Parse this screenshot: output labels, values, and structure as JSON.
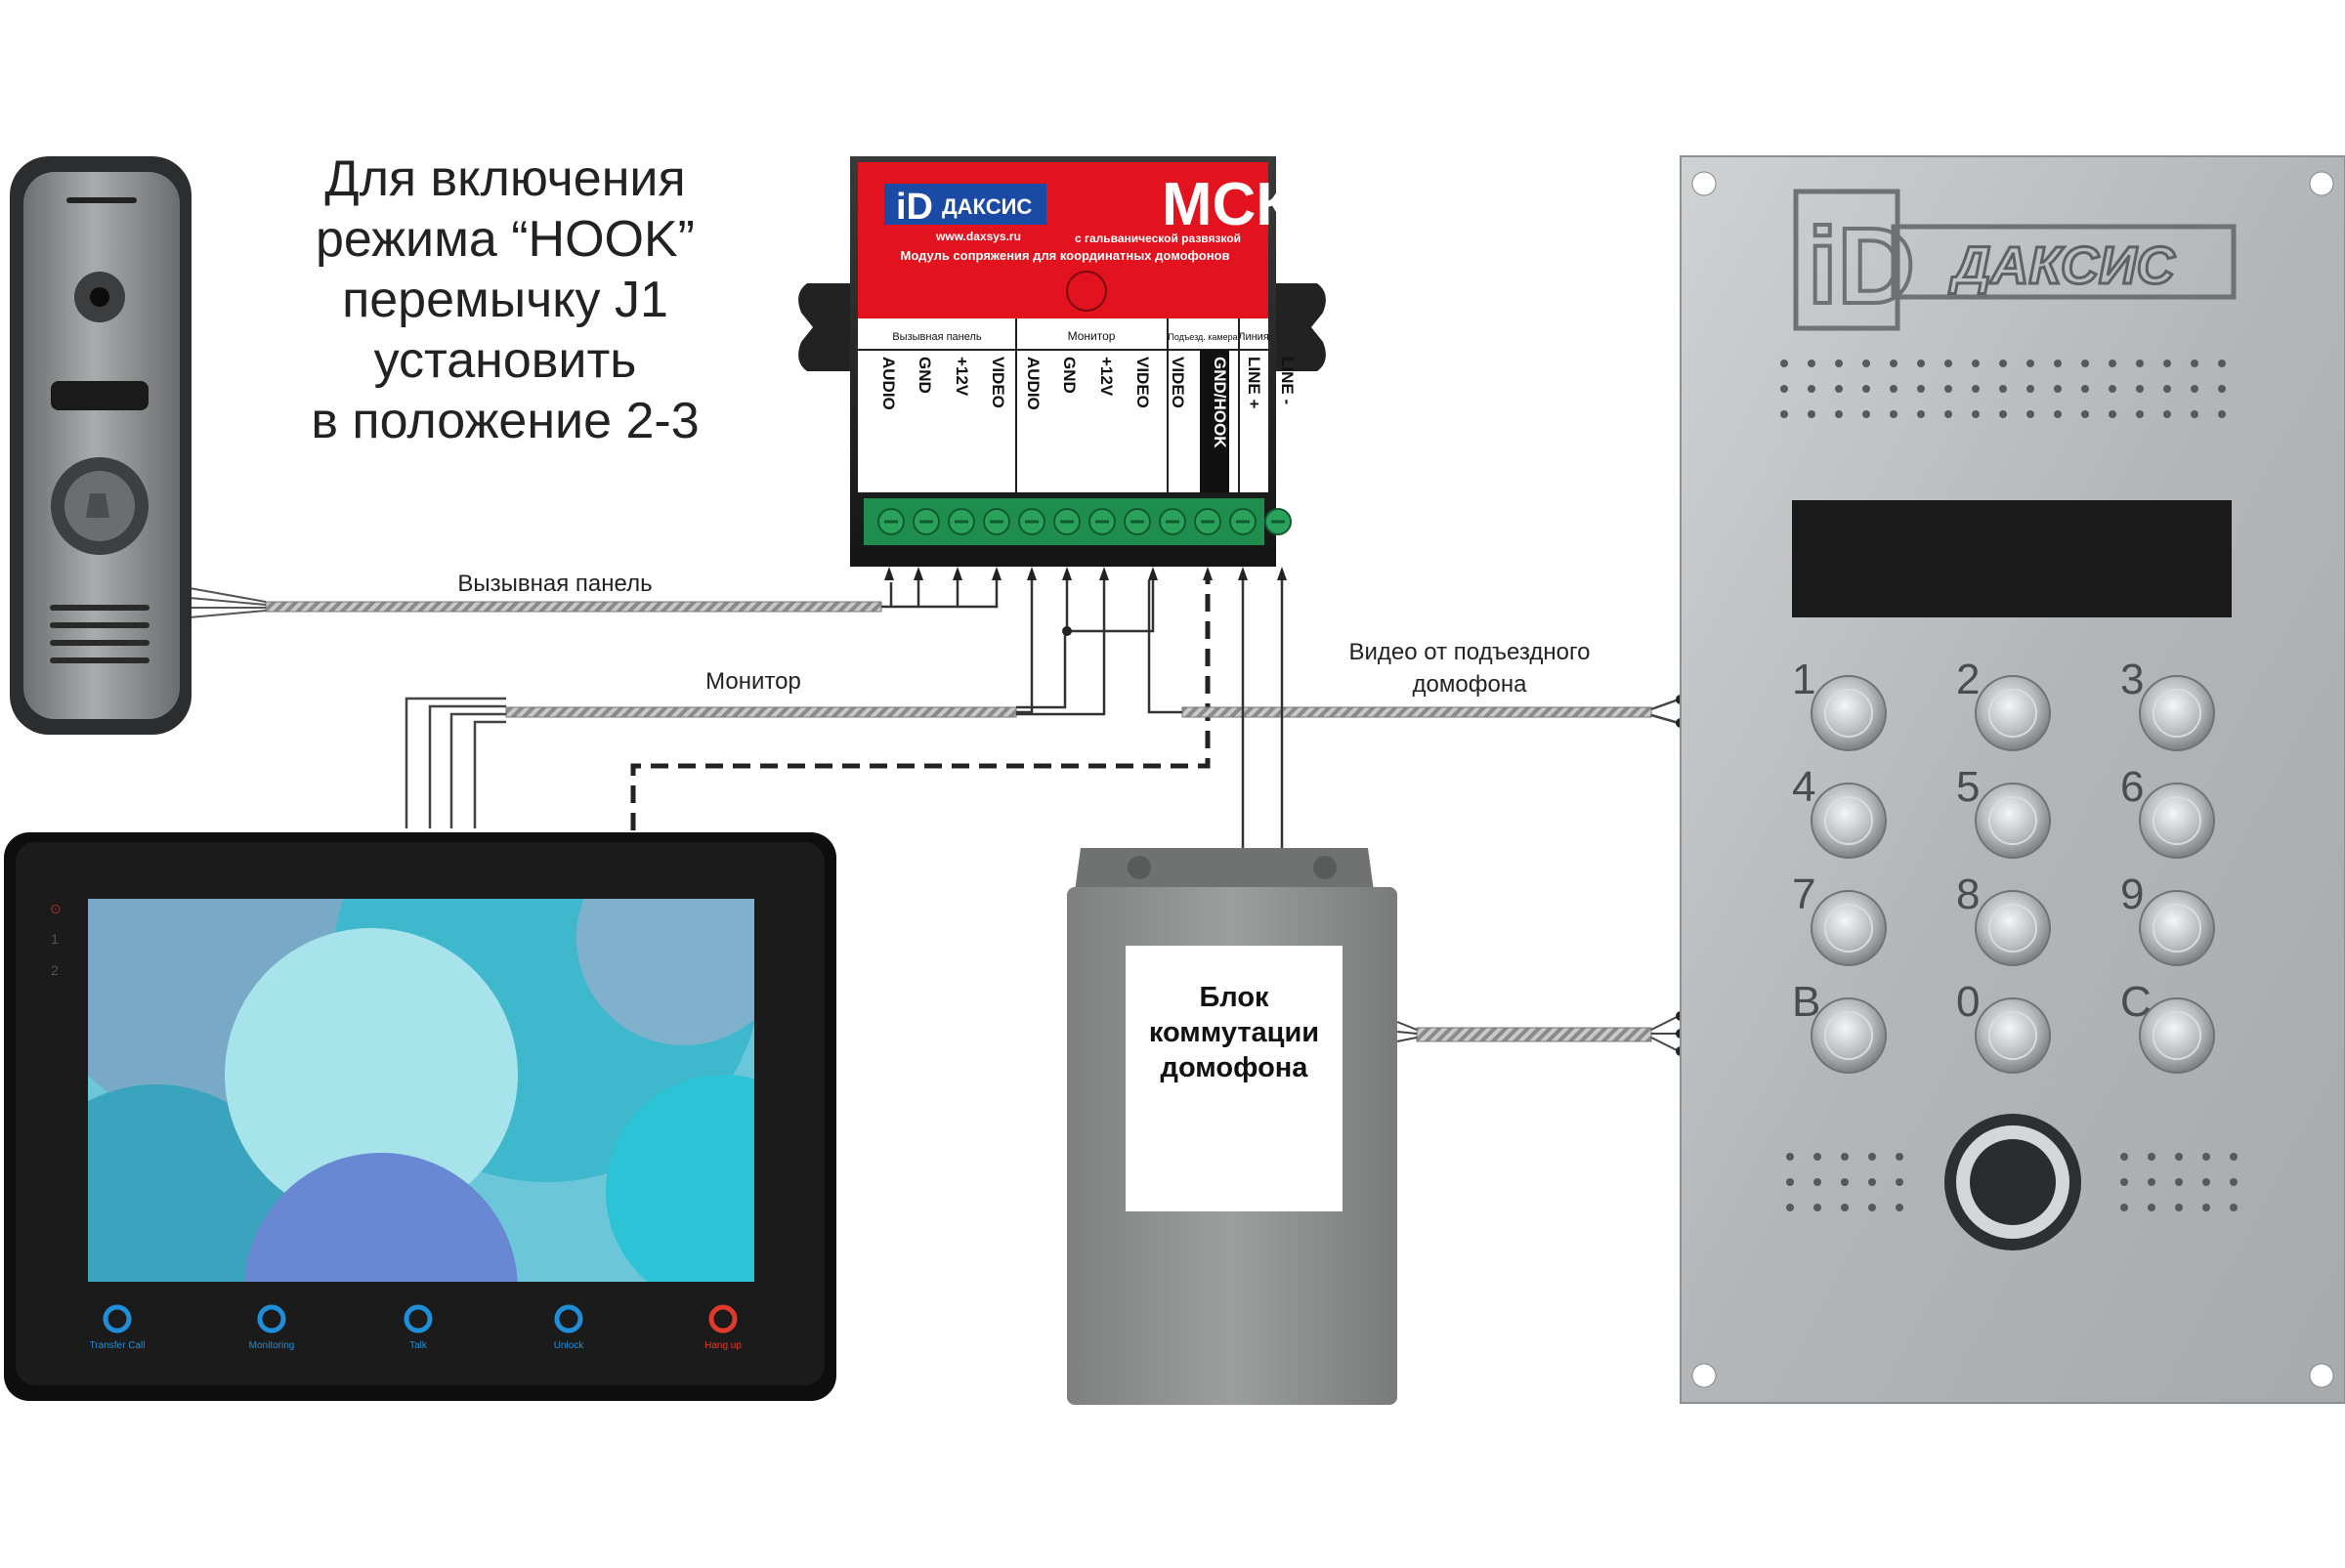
{
  "instruction": {
    "lines": [
      "Для включения",
      "режима “HOOK”",
      "перемычку J1",
      "установить",
      "в положение 2-3"
    ]
  },
  "msk": {
    "logo": "ДАКСИС",
    "website": "www.daxsys.ru",
    "title": "МСК",
    "subtitle_1": "с гальванической развязкой",
    "subtitle_2": "Модуль сопряжения для координатных домофонов",
    "groups": [
      "Вызывная панель",
      "Монитор",
      "Подъезд. камера",
      "Линия"
    ],
    "terminals": [
      "AUDIO",
      "GND",
      "+12V",
      "VIDEO",
      "AUDIO",
      "GND",
      "+12V",
      "VIDEO",
      "VIDEO",
      "GND/HOOK",
      "LINE +",
      "LINE -"
    ]
  },
  "cables": {
    "call_panel": "Вызывная панель",
    "monitor": "Монитор",
    "video_1": "Видео от подъездного",
    "video_2": "домофона"
  },
  "switch_block": {
    "lines": [
      "Блок",
      "коммутации",
      "домофона"
    ]
  },
  "monitor": {
    "side_labels": [
      "1",
      "2"
    ],
    "buttons": [
      "Transfer Call",
      "Monitoring",
      "Talk",
      "Unlock",
      "Hang up"
    ],
    "button_icons": [
      "transfer-icon",
      "monitoring-icon",
      "talk-icon",
      "unlock-icon",
      "hang-up-icon"
    ],
    "colors": {
      "button_blue": "#1e8fd8",
      "hang_up_red": "#e23a2a"
    }
  },
  "door_panel": {
    "brand": "ДАКСИС",
    "keys": [
      "1",
      "2",
      "3",
      "4",
      "5",
      "6",
      "7",
      "8",
      "9",
      "B",
      "0",
      "C"
    ]
  },
  "colors": {
    "msk_red": "#e2131f",
    "panel_steel": "#b9bcbe",
    "switch_grey": "#8c8f8e"
  }
}
